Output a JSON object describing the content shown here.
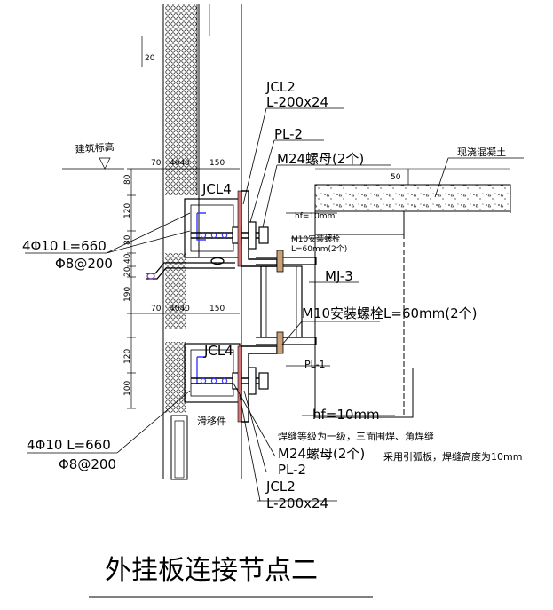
{
  "title": "外挂板连接节点二",
  "labels": {
    "jcl2_top": "JCL2",
    "angle_top": "L-200x24",
    "pl2_top": "PL-2",
    "m24_top": "M24螺母(2个)",
    "building_level": "建筑标高",
    "cast_concrete": "现浇混凝土",
    "jcl4_top": "JCL4",
    "hf_top": "hf=10mm",
    "m10_top_a": "M10安装螺栓",
    "m10_top_b": "L=60mm(2个)",
    "rebar_top_a": "4Φ10 L=660",
    "rebar_top_b": "Φ8@200",
    "mj3": "MJ-3",
    "m10_mid": "M10安装螺栓L=60mm(2个)",
    "jcl4_bottom": "JCL4",
    "pl1": "PL-1",
    "slide": "滑移件",
    "hf_bottom": "hf=10mm",
    "weld_note_1": "焊缝等级为一级，三面围焊、角焊缝",
    "weld_note_2": "采用引弧板，焊缝高度为10mm",
    "m24_bottom": "M24螺母(2个)",
    "pl2_bottom": "PL-2",
    "rebar_bottom_a": "4Φ10 L=660",
    "rebar_bottom_b": "Φ8@200",
    "jcl2_bottom": "JCL2",
    "angle_bottom": "L-200x24"
  },
  "dimensions": {
    "d20": "20",
    "d70_top": "70",
    "d4040_top": "4040",
    "d150_top": "150",
    "d70_mid": "70",
    "d4040_mid": "4040",
    "d150_mid": "150",
    "d50": "50",
    "v80": "80",
    "v120_a": "120",
    "v80b": "80",
    "v40": "40",
    "v20": "20",
    "v190": "190",
    "v120_b": "120",
    "v100": "100"
  }
}
